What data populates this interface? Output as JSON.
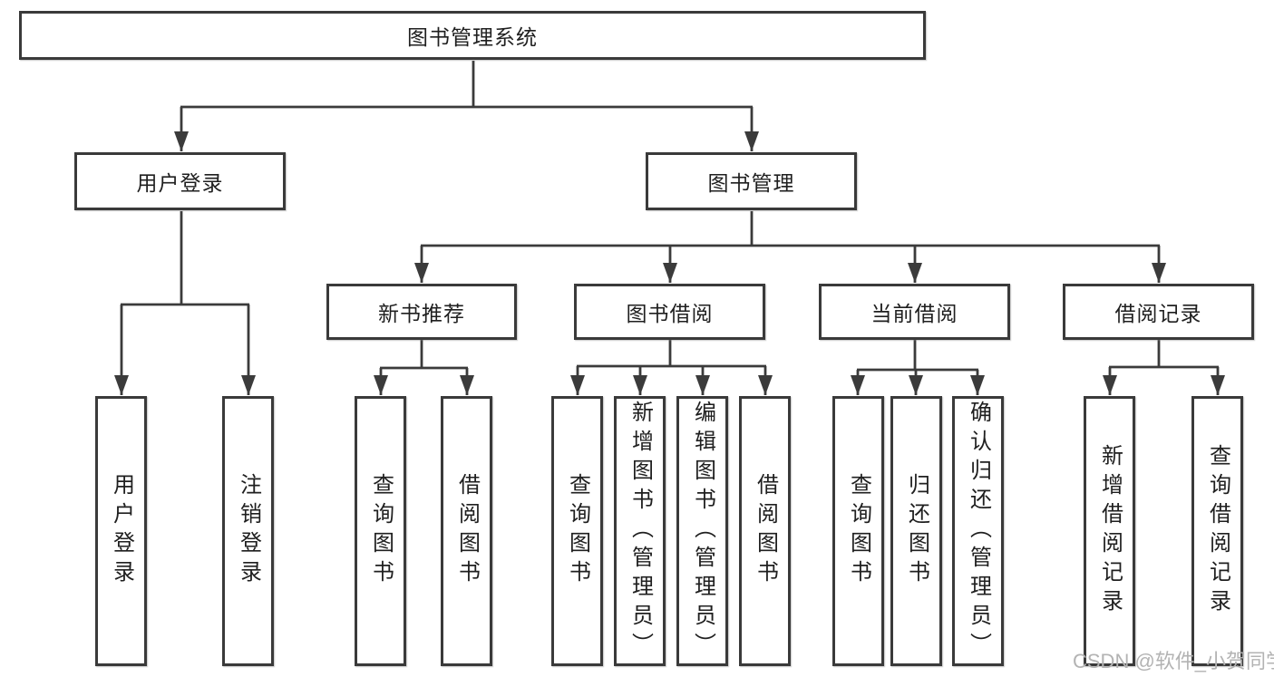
{
  "diagram": {
    "root": "图书管理系统",
    "level2": [
      {
        "label": "用户登录",
        "children": [
          "用户登录",
          "注销登录"
        ]
      },
      {
        "label": "图书管理",
        "groups": [
          {
            "label": "新书推荐",
            "children": [
              "查询图书",
              "借阅图书"
            ]
          },
          {
            "label": "图书借阅",
            "children": [
              "查询图书",
              "新增图书（管理员）",
              "编辑图书（管理员）",
              "借阅图书"
            ]
          },
          {
            "label": "当前借阅",
            "children": [
              "查询图书",
              "归还图书",
              "确认归还（管理员）"
            ]
          },
          {
            "label": "借阅记录",
            "children": [
              "新增借阅记录",
              "查询借阅记录"
            ]
          }
        ]
      }
    ]
  },
  "watermark": {
    "text": "CSDN @软件_小贺同学"
  },
  "colors": {
    "line": "#3b3b3b",
    "box_border": "#3a3a3a",
    "text": "#1f1f1f",
    "watermark": "#b3b3b3",
    "background": "#ffffff"
  }
}
